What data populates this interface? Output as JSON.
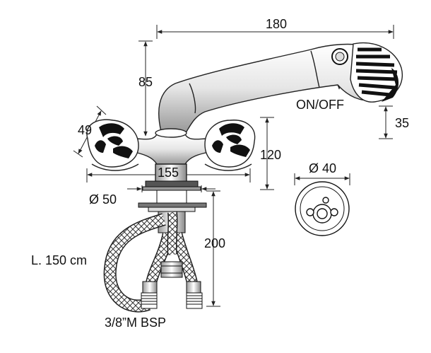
{
  "dimensions": {
    "width_top": "180",
    "height_spout": "85",
    "on_off": "ON/OFF",
    "handle_height": "35",
    "handle_size": "49",
    "base_height": "120",
    "spread": "155",
    "base_diameter": "Ø 50",
    "cap_diameter": "Ø 40",
    "hose_length_below": "200",
    "hose_length": "L. 150 cm",
    "thread": "3/8”M BSP"
  }
}
